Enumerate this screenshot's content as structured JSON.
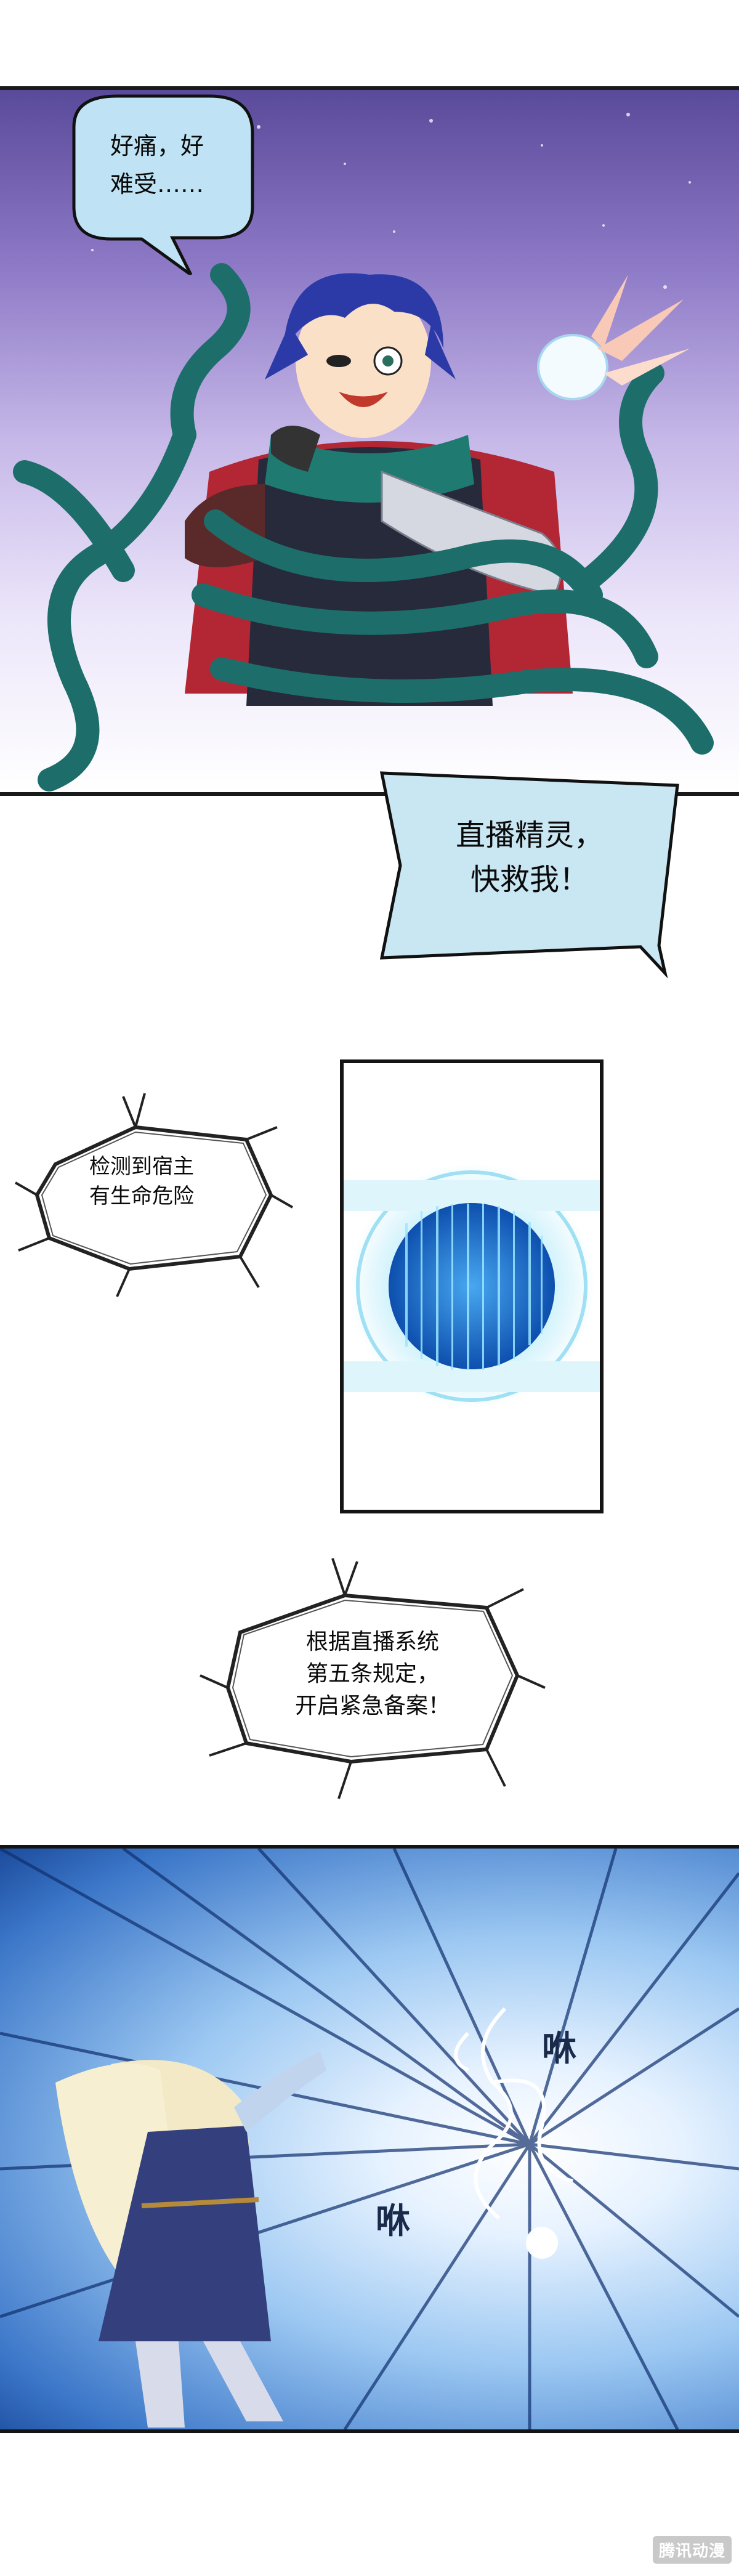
{
  "panel1": {
    "bubble_text_line1": "好痛，好",
    "bubble_text_line2": "难受……"
  },
  "panel1_caption": {
    "line1": "直播精灵，",
    "line2": "快救我！"
  },
  "system_box_1": {
    "line1": "检测到宿主",
    "line2": "有生命危险"
  },
  "system_box_2": {
    "line1": "根据直播系统",
    "line2": "第五条规定，",
    "line3": "开启紧急备案！"
  },
  "panel3": {
    "sfx_left": "咻",
    "sfx_right": "咻"
  },
  "watermark": {
    "text": "腾讯动漫"
  },
  "colors": {
    "panel_border": "#141414",
    "caption_bg": "#c9e6f3",
    "bubble_bg": "#bfe3f4",
    "screen_glow": "#7fd8f4",
    "screen_core": "#1f6fd0"
  }
}
